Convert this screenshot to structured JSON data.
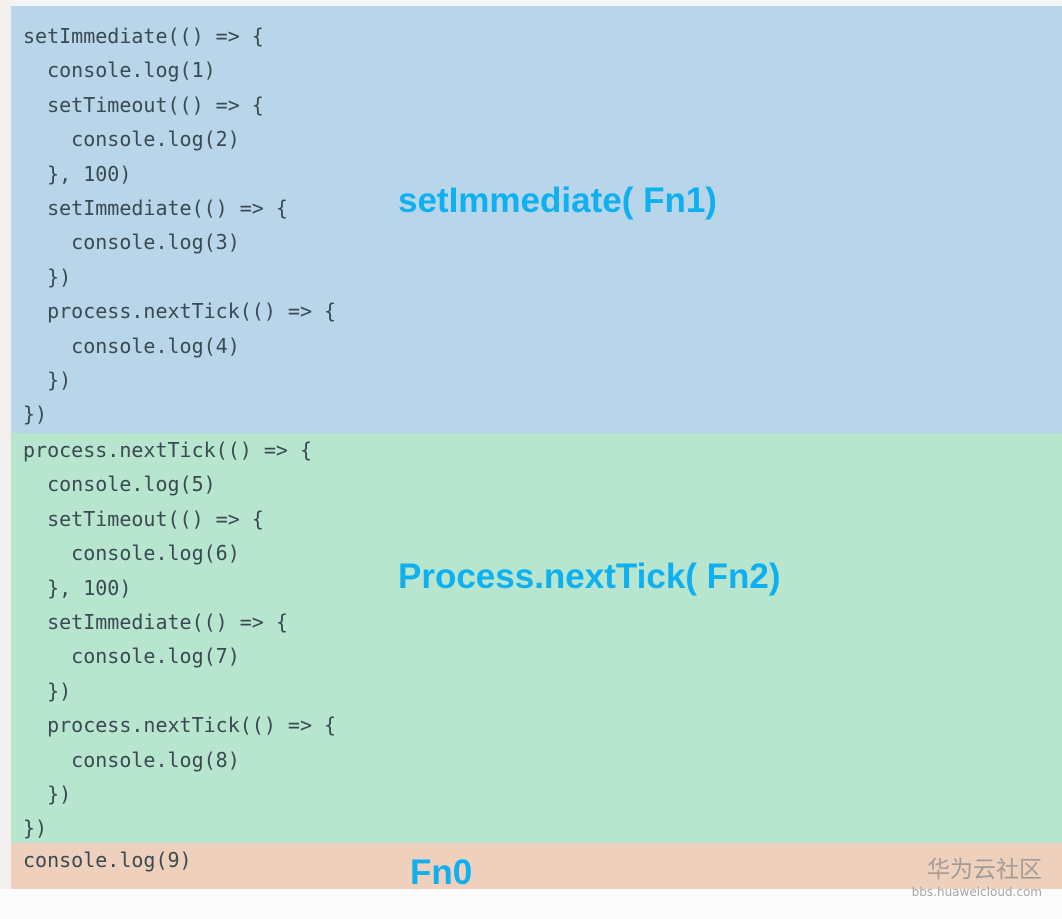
{
  "colors": {
    "blue_bg": "#b8d5e9",
    "green_bg": "#b8e5ce",
    "peach_bg": "#eed0bd",
    "code_text": "#3a4a52",
    "callout_text": "#0fb0f0",
    "watermark_text": "#8a8a8a"
  },
  "sections": {
    "set_immediate": {
      "label": "setImmediate( Fn1)",
      "code_lines": [
        "setImmediate(() => {",
        "  console.log(1)",
        "  setTimeout(() => {",
        "    console.log(2)",
        "  }, 100)",
        "  setImmediate(() => {",
        "    console.log(3)",
        "  })",
        "  process.nextTick(() => {",
        "    console.log(4)",
        "  })",
        "})"
      ]
    },
    "next_tick": {
      "label": "Process.nextTick( Fn2)",
      "code_lines": [
        "process.nextTick(() => {",
        "  console.log(5)",
        "  setTimeout(() => {",
        "    console.log(6)",
        "  }, 100)",
        "  setImmediate(() => {",
        "    console.log(7)",
        "  })",
        "  process.nextTick(() => {",
        "    console.log(8)",
        "  })",
        "})"
      ]
    },
    "main": {
      "label": "Fn0",
      "code_lines": [
        "console.log(9)"
      ]
    }
  },
  "watermark": {
    "title": "华为云社区",
    "url": "bbs.huaweicloud.com"
  }
}
